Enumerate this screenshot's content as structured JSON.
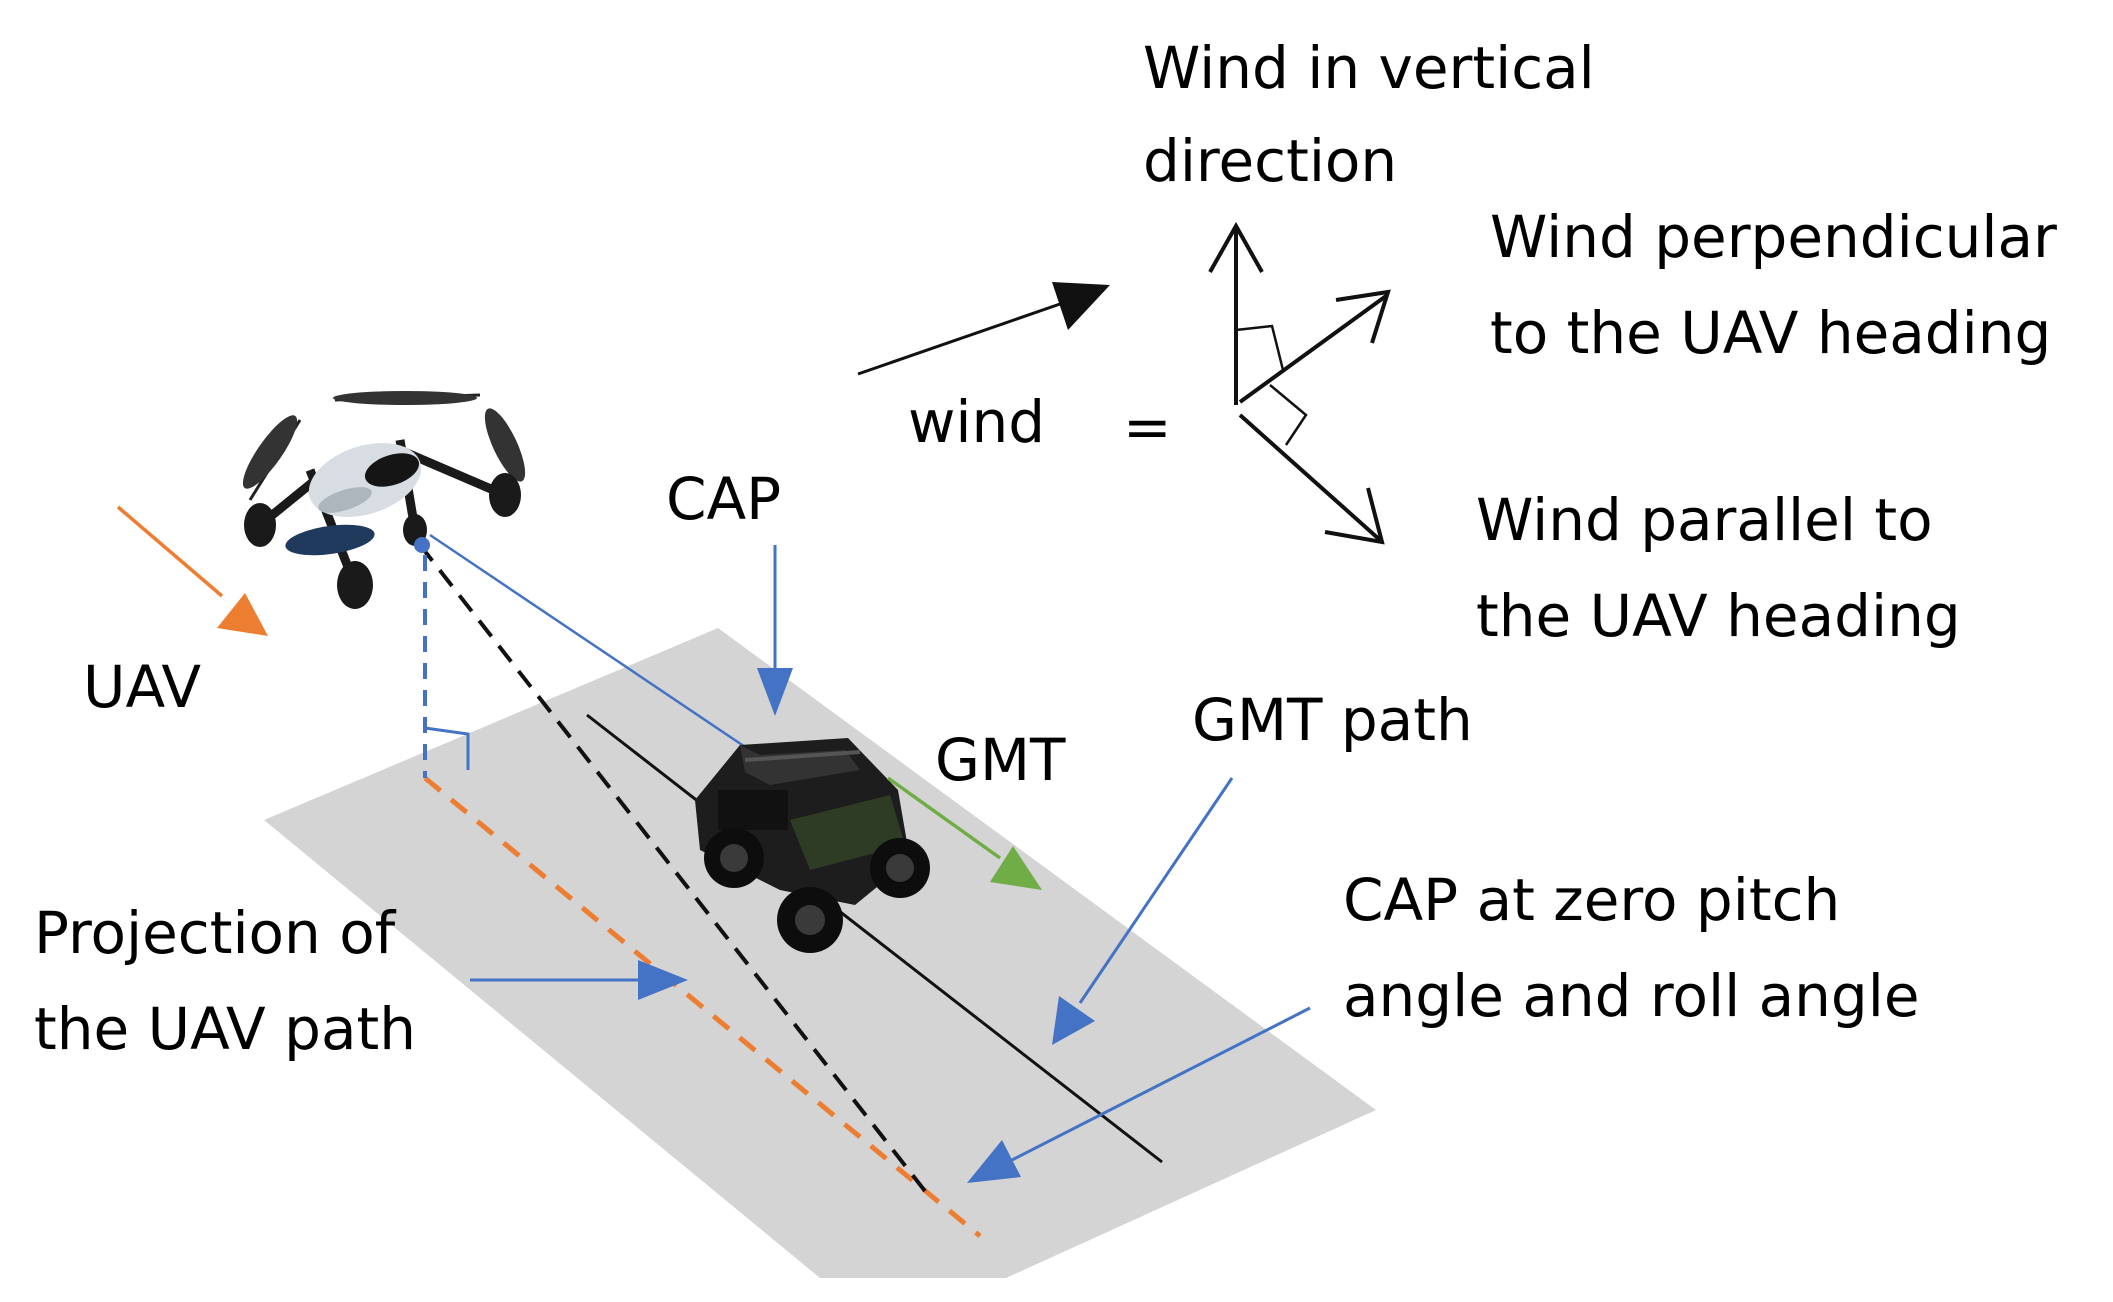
{
  "labels": {
    "wind_vertical_line1": "Wind in vertical",
    "wind_vertical_line2": "direction",
    "wind_perpendicular_line1": "Wind perpendicular",
    "wind_perpendicular_line2": "to the UAV heading",
    "wind_parallel_line1": "Wind parallel to",
    "wind_parallel_line2": "the UAV heading",
    "wind": "wind",
    "equals": "=",
    "cap": "CAP",
    "uav": "UAV",
    "gmt": "GMT",
    "gmt_path": "GMT path",
    "projection_line1": "Projection of",
    "projection_line2": "the UAV path",
    "cap_zero_line1": "CAP at zero pitch",
    "cap_zero_line2": "angle and roll angle"
  },
  "colors": {
    "ground_plane": "#d4d4d4",
    "callout_blue": "#4472c4",
    "uav_heading_orange": "#ed7d31",
    "gmt_heading_green": "#70ad47",
    "text": "#000000"
  },
  "icons": {
    "uav": "quadcopter-drone-icon",
    "gmt": "ground-vehicle-utv-icon"
  }
}
